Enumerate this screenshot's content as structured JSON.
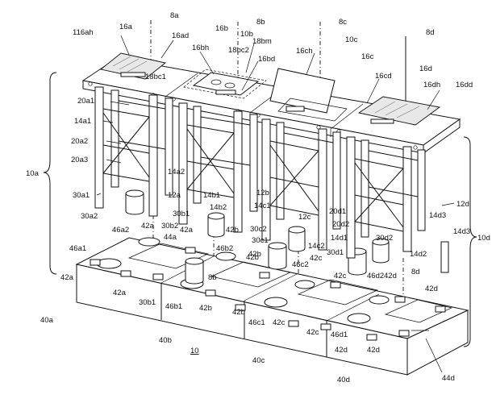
{
  "figure": {
    "labels": [
      "8a",
      "8b",
      "8c",
      "8d",
      "16a",
      "16b",
      "16c",
      "16d",
      "116ah",
      "16ad",
      "10b",
      "18bm",
      "18bc2",
      "16bh",
      "16bd",
      "16ch",
      "10c",
      "16cd",
      "16dh",
      "16dd",
      "18bc1",
      "20a1",
      "14a1",
      "20a2",
      "20a3",
      "14a2",
      "10a",
      "30a1",
      "12a",
      "30a2",
      "14b1",
      "14b2",
      "12b",
      "30b1",
      "42a",
      "30b2",
      "44a",
      "46a2",
      "46a1",
      "42a",
      "42a",
      "42a",
      "30b1",
      "46b1",
      "8b",
      "42b",
      "46b2",
      "42b",
      "42b",
      "42b",
      "14c1",
      "12c",
      "30c2",
      "30c1",
      "42b",
      "46c2",
      "14c2",
      "42c",
      "46c1",
      "42c",
      "42c",
      "42c",
      "20d1",
      "20d2",
      "14d1",
      "14d3",
      "12d",
      "14d3",
      "30d2",
      "30d1",
      "14d2",
      "46d2",
      "42d",
      "8d",
      "42d",
      "10d",
      "46d1",
      "42d",
      "42d",
      "44d",
      "40a",
      "40b",
      "10",
      "40c",
      "40d"
    ]
  }
}
